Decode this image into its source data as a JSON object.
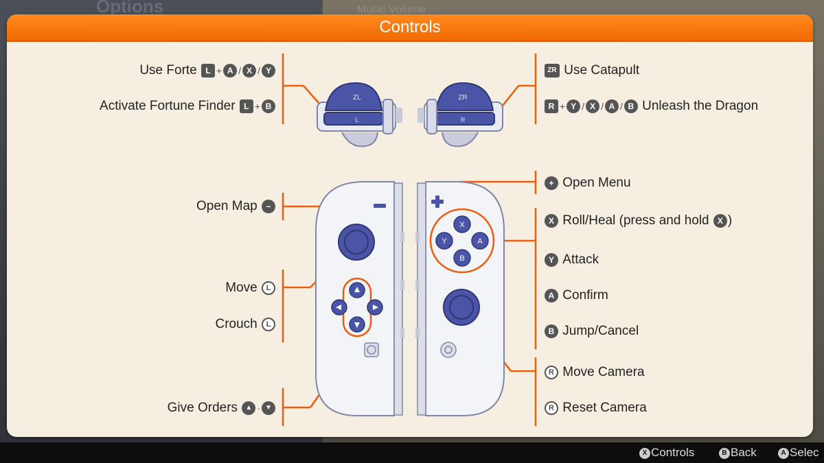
{
  "background": {
    "title": "Options",
    "subtitle": "Music Volume"
  },
  "panel": {
    "title": "Controls"
  },
  "controller": {
    "zl_label": "ZL",
    "l_label": "L",
    "zr_label": "ZR",
    "r_label": "R",
    "face_x": "X",
    "face_y": "Y",
    "face_a": "A",
    "face_b": "B"
  },
  "left_labels": {
    "use_forte": "Use Forte",
    "fortune_finder": "Activate Fortune Finder",
    "open_map": "Open Map",
    "move": "Move",
    "crouch": "Crouch",
    "give_orders": "Give Orders"
  },
  "right_labels": {
    "use_catapult": "Use Catapult",
    "unleash_dragon": "Unleash the Dragon",
    "open_menu": "Open Menu",
    "roll_heal": "Roll/Heal (press and hold",
    "roll_heal_end": ")",
    "attack": "Attack",
    "confirm": "Confirm",
    "jump_cancel": "Jump/Cancel",
    "move_camera": "Move Camera",
    "reset_camera": "Reset Camera"
  },
  "glyphs": {
    "l": "L",
    "zr": "ZR",
    "r": "R",
    "a": "A",
    "b": "B",
    "x": "X",
    "y": "Y",
    "plus": "+",
    "minus": "−",
    "slash": "/",
    "dot": "·",
    "l_stick": "L",
    "r_stick": "R",
    "up": "▲",
    "down": "▼"
  },
  "footer": {
    "controls_glyph": "X",
    "controls": "Controls",
    "back_glyph": "B",
    "back": "Back",
    "select_glyph": "A",
    "select": "Selec"
  },
  "colors": {
    "accent": "#f26a00",
    "joycon_blue": "#4a55a8",
    "panel_bg": "#f6efe1",
    "line_orange": "#f05a0a"
  }
}
